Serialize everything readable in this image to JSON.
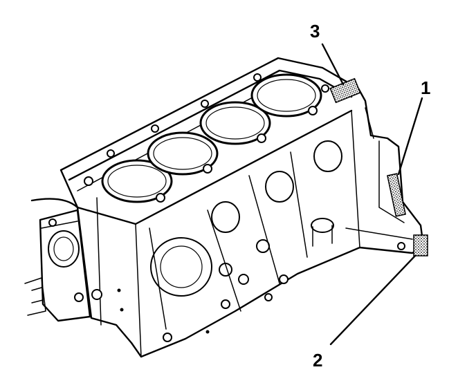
{
  "callouts": [
    {
      "id": "1",
      "label": "1"
    },
    {
      "id": "2",
      "label": "2"
    },
    {
      "id": "3",
      "label": "3"
    }
  ],
  "colors": {
    "line": "#000000",
    "background": "#ffffff",
    "sealant_fill": "#cfcfcf"
  }
}
